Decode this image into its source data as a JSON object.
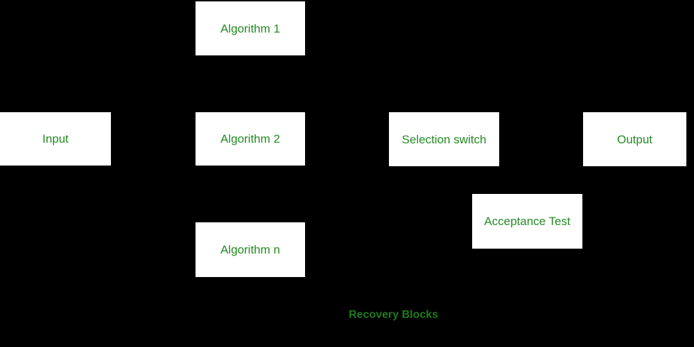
{
  "diagram": {
    "title": "Recovery Blocks",
    "colors": {
      "background": "#000000",
      "box_fill": "#ffffff",
      "text_green": "#228B22",
      "caption_green": "#1E7A1E"
    },
    "boxes": {
      "algorithm_1": {
        "label": "Algorithm 1"
      },
      "input": {
        "label": "Input"
      },
      "algorithm_2": {
        "label": "Algorithm 2"
      },
      "selection_switch": {
        "label": "Selection switch"
      },
      "output": {
        "label": "Output"
      },
      "acceptance_test": {
        "label": "Acceptance Test"
      },
      "algorithm_n": {
        "label": "Algorithm n"
      }
    },
    "caption": "Recovery Blocks"
  }
}
